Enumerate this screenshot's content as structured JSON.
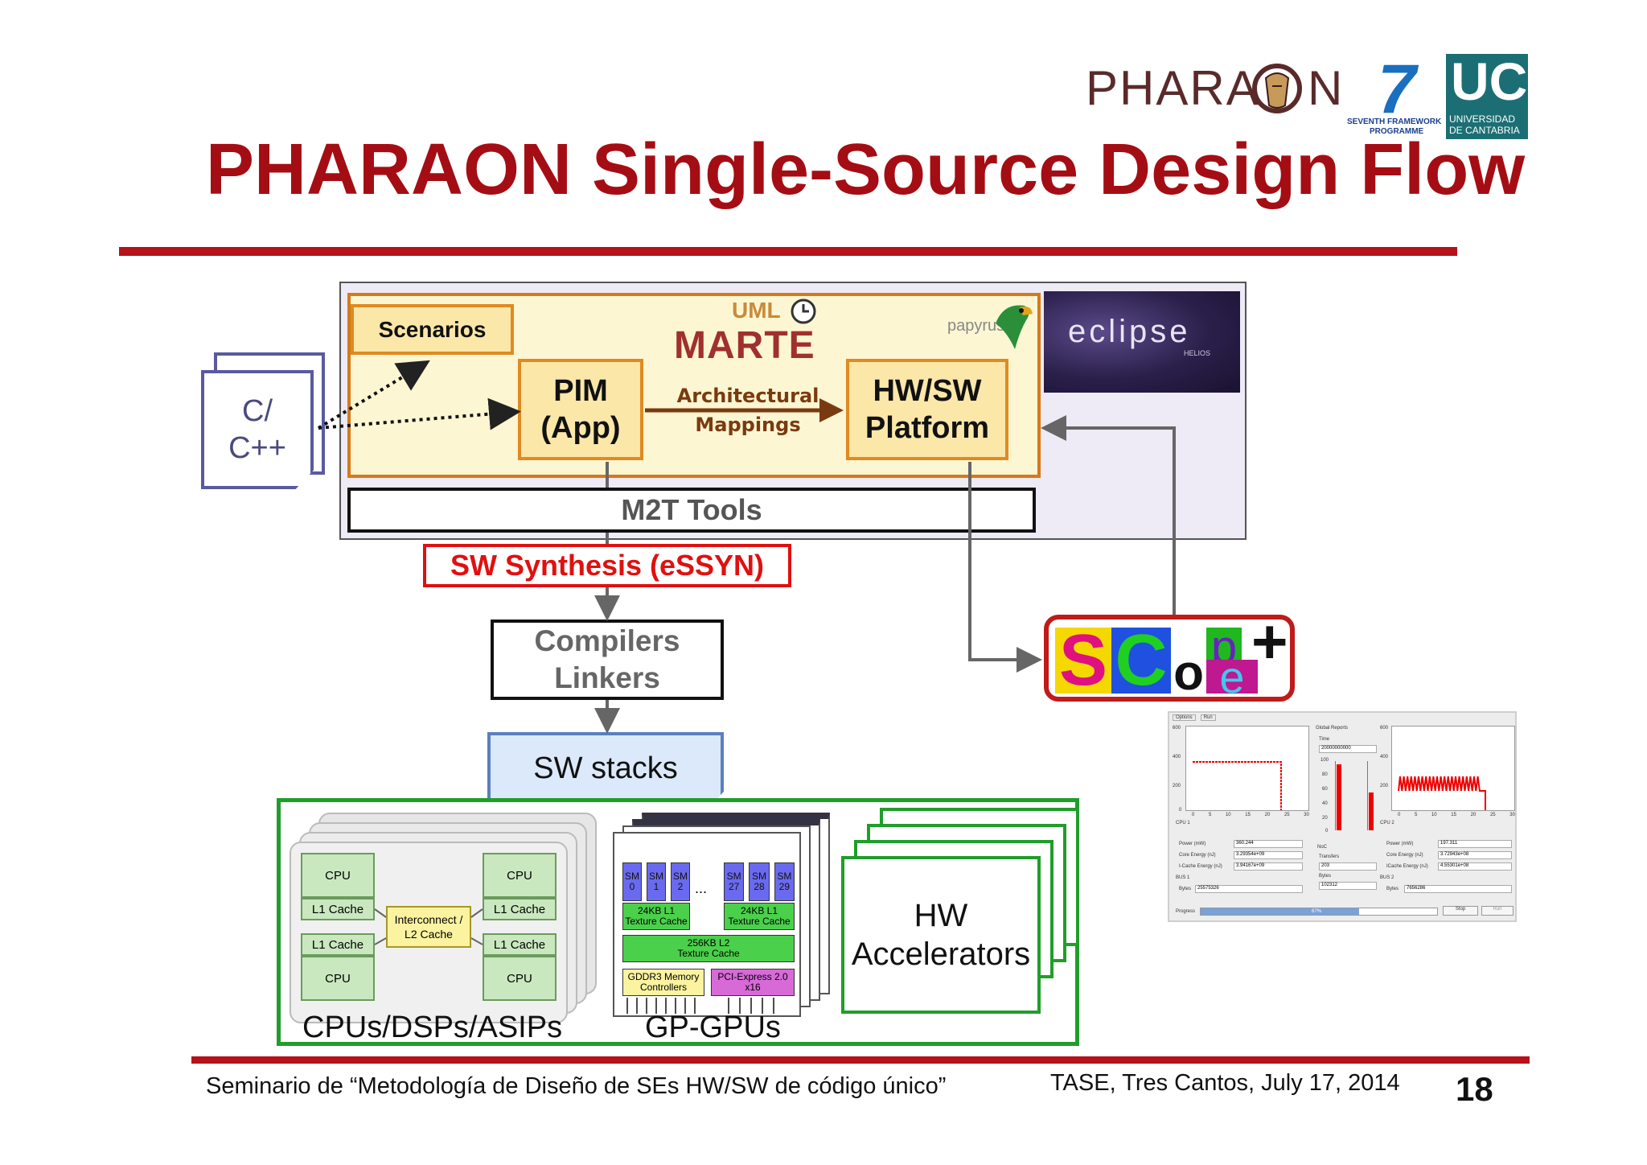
{
  "slide": {
    "title": "PHARAON Single-Source Design Flow",
    "page_number": "18",
    "footer_left": "Seminario de “Metodología de Diseño de SEs HW/SW de código único”",
    "footer_right": "TASE, Tres Cantos, July 17, 2014"
  },
  "logos": {
    "pharaon_left": "PHARA",
    "pharaon_right": "N",
    "fp7_mark": "7",
    "fp7_line1": "SEVENTH FRAMEWORK",
    "fp7_line2": "PROGRAMME",
    "uc_mark": "UC",
    "uc_line1": "UNIVERSIDAD",
    "uc_line2": "DE CANTABRIA",
    "uml": "UML",
    "marte": "MARTE",
    "papyrus": "papyrus",
    "eclipse": "eclipse",
    "eclipse_sub": "HELIOS"
  },
  "flow": {
    "source_file": {
      "line1": "C/",
      "line2": "C++"
    },
    "scenarios": "Scenarios",
    "pim": {
      "line1": "PIM",
      "line2": "(App)"
    },
    "mapping": {
      "line1": "Architectural",
      "line2": "Mappings"
    },
    "platform": {
      "line1": "HW/SW",
      "line2": "Platform"
    },
    "m2t": "M2T Tools",
    "synthesis": "SW Synthesis (eSSYN)",
    "compilers": {
      "line1": "Compilers",
      "line2": "Linkers"
    },
    "sw_stacks": "SW stacks",
    "scope_letters": [
      "S",
      "C",
      "o",
      "p",
      "e",
      "+"
    ]
  },
  "hardware": {
    "cpu_group": {
      "label": "CPUs/DSPs/ASIPs",
      "cpu": "CPU",
      "l1": "L1 Cache",
      "interconnect_line1": "Interconnect /",
      "interconnect_line2": "L2 Cache"
    },
    "gpu_group": {
      "label": "GP-GPUs",
      "sm_left": [
        {
          "a": "SM",
          "b": "0"
        },
        {
          "a": "SM",
          "b": "1"
        },
        {
          "a": "SM",
          "b": "2"
        }
      ],
      "sm_right": [
        {
          "a": "SM",
          "b": "27"
        },
        {
          "a": "SM",
          "b": "28"
        },
        {
          "a": "SM",
          "b": "29"
        }
      ],
      "ellipsis": "...",
      "l1_line1": "24KB L1",
      "l1_line2": "Texture Cache",
      "l2_line1": "256KB L2",
      "l2_line2": "Texture Cache",
      "gddr_line1": "GDDR3 Memory",
      "gddr_line2": "Controllers",
      "pci_line1": "PCI-Express 2.0",
      "pci_line2": "x16"
    },
    "accelerators": {
      "line1": "HW",
      "line2": "Accelerators"
    }
  },
  "scope_gui": {
    "menu": [
      "Options",
      "Run"
    ],
    "global_reports": "Global Reports",
    "time_label": "Time",
    "time_value": "20000000000",
    "cpu1": {
      "title": "CPU 1",
      "rows": [
        {
          "label": "Power (mW)",
          "value": "360.244"
        },
        {
          "label": "Core Energy (nJ)",
          "value": "3.29354e+09"
        },
        {
          "label": "I-Cache Energy (nJ)",
          "value": "3.94167e+09"
        }
      ]
    },
    "cpu2": {
      "title": "CPU 2",
      "rows": [
        {
          "label": "Power (mW)",
          "value": "197.311"
        },
        {
          "label": "Core Energy (nJ)",
          "value": "3.72943e+08"
        },
        {
          "label": "ICache Energy (nJ)",
          "value": "4.55301e+08"
        }
      ]
    },
    "noc": {
      "title": "NoC",
      "transfers_label": "Transfers",
      "transfers_value": "203",
      "bytes_label": "Bytes",
      "bytes_value": "102312"
    },
    "bus1": {
      "title": "BUS 1",
      "label": "Bytes",
      "value": "25575326"
    },
    "bus2": {
      "title": "BUS 2",
      "label": "Bytes",
      "value": "7656286"
    },
    "progress_label": "Progress",
    "progress_value": 0.67,
    "progress_text": "67%",
    "stop": "Stop",
    "run": "Run",
    "y_ticks_left": [
      "600",
      "400",
      "200",
      "0"
    ],
    "x_ticks": [
      "0",
      "5",
      "10",
      "15",
      "20",
      "25",
      "30"
    ],
    "y_ticks_bar": [
      "100",
      "80",
      "60",
      "40",
      "20",
      "0"
    ],
    "bar_levels": [
      0.95,
      0.55
    ]
  },
  "colors": {
    "title_red": "#a50d14",
    "rule_red": "#b5121b",
    "synthesis_red": "#e01010",
    "box_yellow": "#fbe7a8",
    "box_orange": "#e08a22",
    "hw_green": "#1f9e2a",
    "stack_blue": "#dbe9fb",
    "file_purple": "#5a5aa0"
  }
}
